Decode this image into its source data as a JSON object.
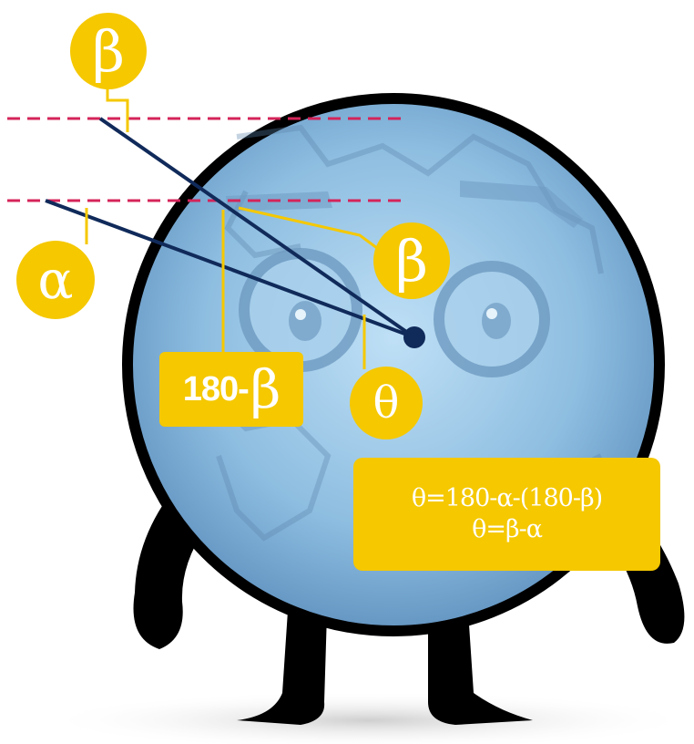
{
  "labels": {
    "beta_top": "β",
    "beta_right": "β",
    "alpha": "α",
    "theta": "θ",
    "complement_prefix": "180-",
    "complement_symbol": "β"
  },
  "formula": {
    "line1": "θ=180-α-(180-β)",
    "line2": "θ=β-α"
  },
  "colors": {
    "label_yellow": "#f5c800",
    "dashed_line": "#d4245a",
    "ray": "#102a5a",
    "globe_blue": "#8dbde0",
    "outline": "#000000"
  },
  "icons": [
    "globe-character-illustration"
  ]
}
